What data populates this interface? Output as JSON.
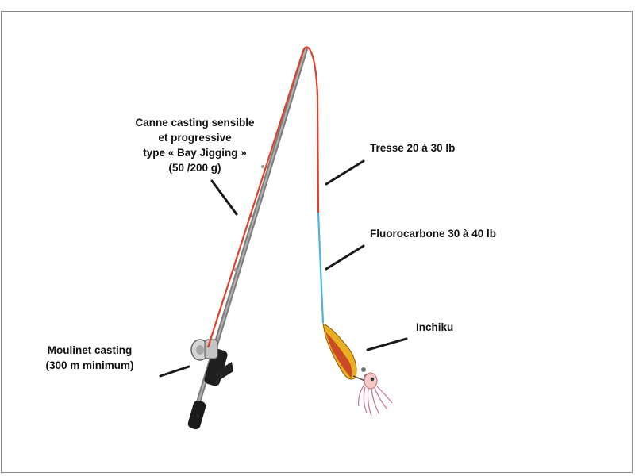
{
  "labels": {
    "rod": [
      "Canne casting sensible",
      "et progressive",
      "type « Bay Jigging »",
      "(50 /200 g)"
    ],
    "braid": "Tresse 20 à 30 lb",
    "fluoro": "Fluorocarbone 30 à 40 lb",
    "lure": "Inchiku",
    "reel": [
      "Moulinet casting",
      "(300 m minimum)"
    ]
  },
  "colors": {
    "braid_line": "#e0402a",
    "fluoro_line": "#4db3e0",
    "rod_blank": "#8a8a8a",
    "handle": "#1a1a1a",
    "pointer": "#1a1a1a",
    "lure_body": "#e8b020",
    "lure_accent": "#c0282a"
  },
  "icons": [
    "fishing-rod-icon",
    "casting-reel-icon",
    "inchiku-lure-icon",
    "squid-skirt-icon"
  ]
}
